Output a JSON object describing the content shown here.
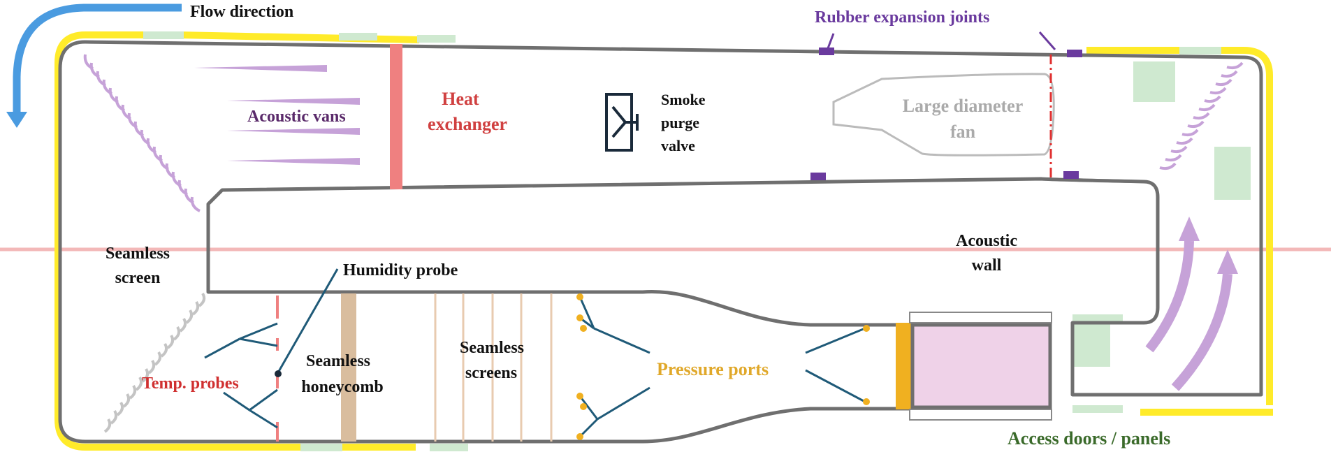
{
  "labels": {
    "flow_direction": "Flow direction",
    "rubber_expansion_joints": "Rubber expansion joints",
    "acoustic_vans": "Acoustic vans",
    "heat_exchanger_1": "Heat",
    "heat_exchanger_2": "exchanger",
    "smoke_1": "Smoke",
    "smoke_2": "purge",
    "smoke_3": "valve",
    "fan_1": "Large diameter",
    "fan_2": "fan",
    "seamless_screen_1": "Seamless",
    "seamless_screen_2": "screen",
    "humidity_probe": "Humidity probe",
    "acoustic_wall_1": "Acoustic",
    "acoustic_wall_2": "wall",
    "temp_probes": "Temp. probes",
    "honeycomb_1": "Seamless",
    "honeycomb_2": "honeycomb",
    "screens_1": "Seamless",
    "screens_2": "screens",
    "pressure_ports": "Pressure ports",
    "access_doors": "Access doors / panels"
  },
  "colors": {
    "duct_wall": "#6f6f6f",
    "panel_yellow": "#ffeb2a",
    "access_green": "#cfe9d0",
    "flow_arrow_blue": "#4a9be0",
    "vane_purple": "#c6a2d8",
    "heat_red": "#ef8080",
    "joint_purple": "#6a3a9e",
    "probe_teal": "#1f5a78",
    "port_orange": "#f0b020",
    "honeycomb_tan": "#d9bd9e",
    "test_section_pink": "#efd2e8",
    "centerline_pink": "#f3b8b8"
  }
}
